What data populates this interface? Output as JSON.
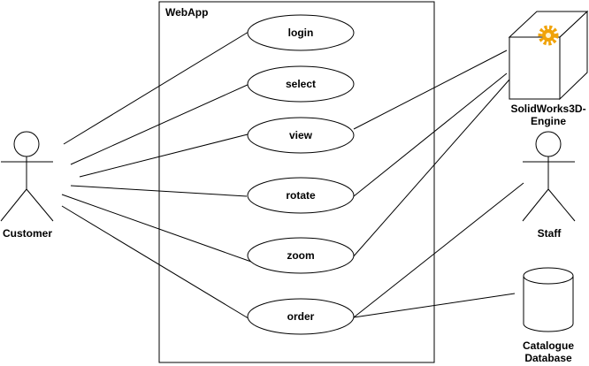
{
  "system": {
    "title": "WebApp"
  },
  "use_cases": {
    "login": "login",
    "select": "select",
    "view": "view",
    "rotate": "rotate",
    "zoom": "zoom",
    "order": "order"
  },
  "actors": {
    "customer": "Customer",
    "staff": "Staff"
  },
  "engine": {
    "line1": "SolidWorks3D-",
    "line2": "Engine",
    "icon": "gear-icon",
    "icon_color": "#f0a30a"
  },
  "database": {
    "line1": "Catalogue",
    "line2": "Database"
  },
  "colors": {
    "stroke": "#000000",
    "fill": "#ffffff"
  }
}
